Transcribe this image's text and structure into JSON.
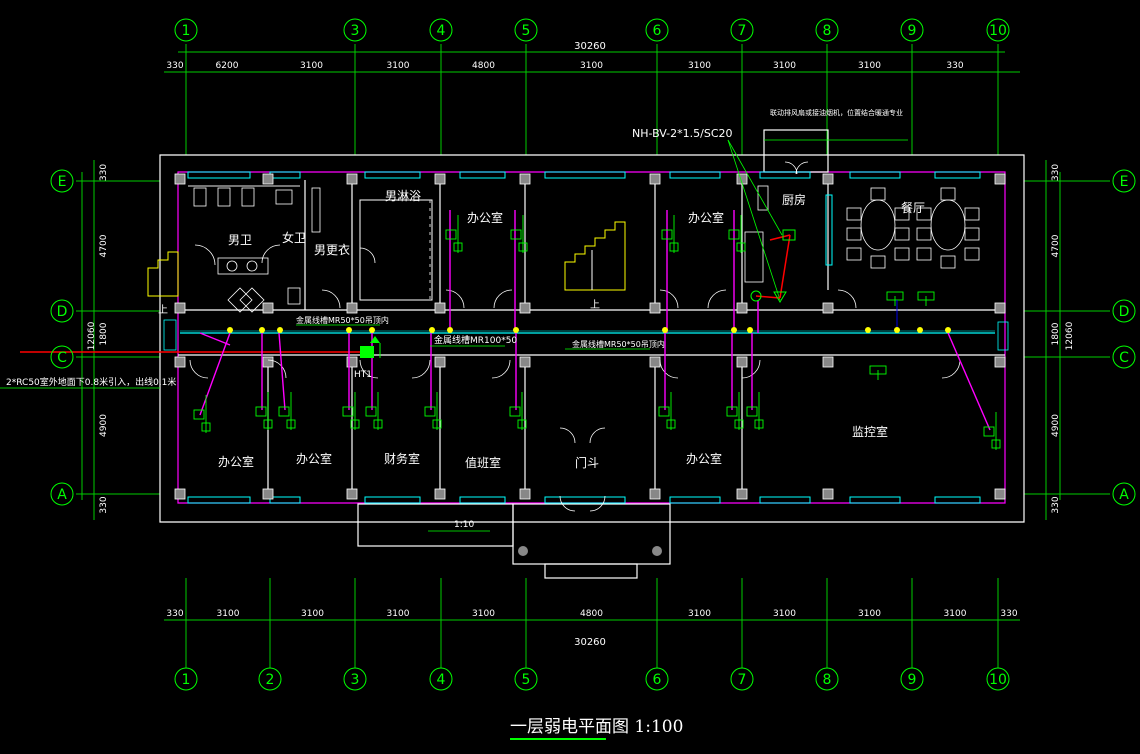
{
  "drawing": {
    "title": "一层弱电平面图",
    "scale": "1:100",
    "total_dim": "30260",
    "axes_top": [
      "1",
      "3",
      "4",
      "5",
      "6",
      "7",
      "8",
      "9",
      "10"
    ],
    "axes_bottom": [
      "1",
      "2",
      "3",
      "4",
      "5",
      "6",
      "7",
      "8",
      "9",
      "10"
    ],
    "axes_side": [
      "E",
      "D",
      "C",
      "A"
    ],
    "dims_top": [
      "330",
      "6200",
      "3100",
      "3100",
      "4800",
      "3100",
      "3100",
      "3100",
      "3100",
      "330"
    ],
    "dims_bottom": [
      "330",
      "3100",
      "3100",
      "3100",
      "3100",
      "4800",
      "3100",
      "3100",
      "3100",
      "3100",
      "330"
    ],
    "dims_left": [
      "330",
      "4700",
      "1800",
      "4900",
      "330"
    ],
    "overall_vertical": "12060"
  },
  "rooms": {
    "men_wc": "男卫",
    "women_wc": "女卫",
    "men_locker": "男更衣",
    "men_shower": "男淋浴",
    "office_1": "办公室",
    "office_2": "办公室",
    "kitchen": "厨房",
    "dining": "餐厅",
    "office_b1": "办公室",
    "office_b2": "办公室",
    "finance": "财务室",
    "duty": "值班室",
    "vestibule": "门斗",
    "office_b3": "办公室",
    "monitor": "监控室",
    "stair_up": "上",
    "stair_up_2": "上"
  },
  "annotations": {
    "cable_spec": "NH-BV-2*1.5/SC20",
    "linkage_note": "联动排风扇或接油烟机，位置结合暖通专业",
    "tray_1": "金属线槽MR50*50吊顶内",
    "tray_2": "金属线槽MR100*50",
    "tray_3": "金属线槽MR50*50吊顶内",
    "incoming": "2*RC50室外地面下0.8米引入，出线0.1米",
    "box": "HT1",
    "ramp": "1:10"
  }
}
